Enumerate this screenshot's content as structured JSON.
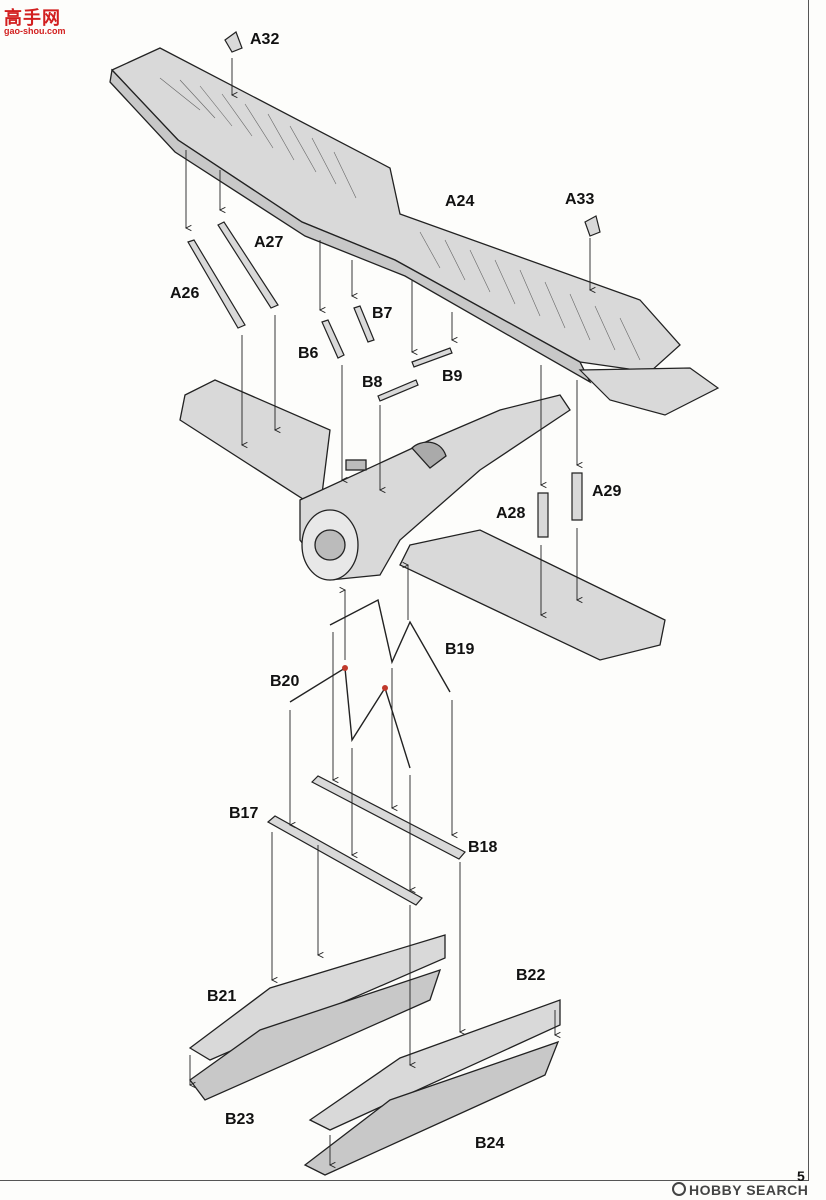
{
  "site_logo": {
    "text": "高手网",
    "subtext": "gao-shou.com"
  },
  "watermark": {
    "text": "HOBBY SEARCH"
  },
  "page_number": "5",
  "part_labels": {
    "A32": "A32",
    "A24": "A24",
    "A33": "A33",
    "A27": "A27",
    "A26": "A26",
    "B7": "B7",
    "B6": "B6",
    "B8": "B8",
    "B9": "B9",
    "A28": "A28",
    "A29": "A29",
    "B19": "B19",
    "B20": "B20",
    "B17": "B17",
    "B18": "B18",
    "B21": "B21",
    "B22": "B22",
    "B23": "B23",
    "B24": "B24"
  },
  "colors": {
    "line": "#222222",
    "part_fill": "#d9d9d9",
    "logo": "#d21f1f",
    "bolt": "#c0392b"
  }
}
